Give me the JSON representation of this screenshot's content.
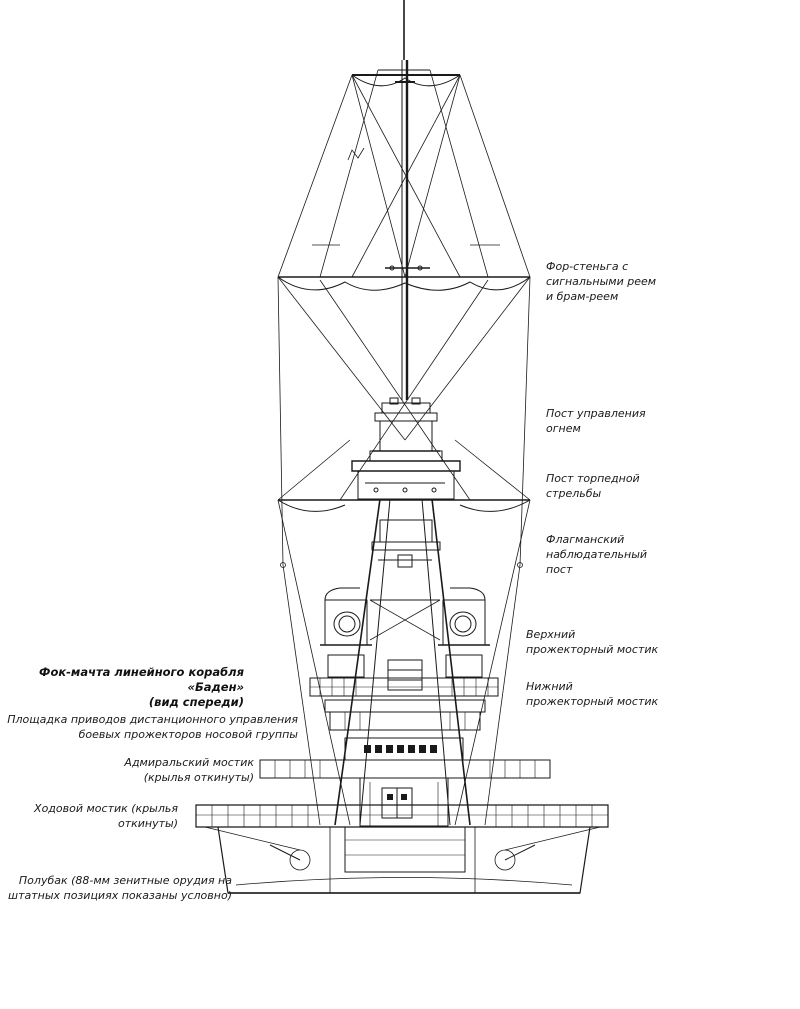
{
  "title": {
    "line1": "Фок-мачта линейного корабля «Баден»",
    "line2": "(вид спереди)"
  },
  "labels_right": {
    "foretopmast": "Фор-стеньга с\nсигнальными реем\nи брам-реем",
    "fire_control": "Пост управления\nогнем",
    "torpedo_post": "Пост торпедной\nстрельбы",
    "flag_post": "Флагманский\nнаблюдательный\nпост",
    "upper_searchlight": "Верхний\nпрожекторный мостик",
    "lower_searchlight": "Нижний\nпрожекторный мостик"
  },
  "labels_left": {
    "remote_platform": "Площадка приводов дистанционного управления\nбоевых прожекторов носовой группы",
    "admiral_bridge": "Адмиральский мостик\n(крылья откинуты)",
    "nav_bridge": "Ходовой мостик (крылья\nоткинуты)",
    "forecastle": "Полубак (88-мм зенитные орудия на\nштатных позициях показаны условно)"
  },
  "colors": {
    "ink": "#1a1a1a",
    "paper": "#ffffff"
  }
}
